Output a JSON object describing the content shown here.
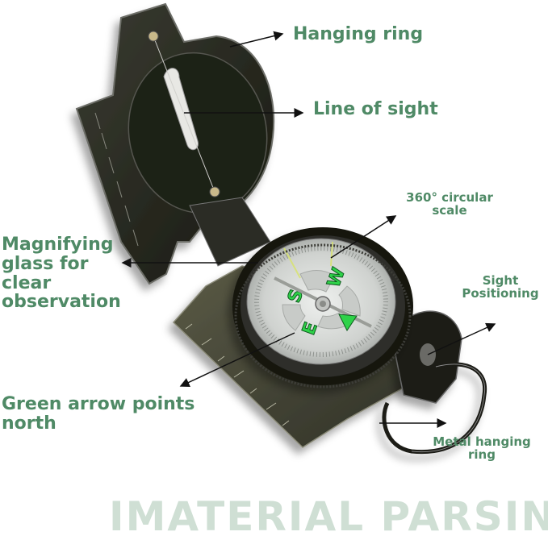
{
  "colors": {
    "label": "#4f8a66",
    "watermark": "#cfdfd4",
    "arrow": "#111111",
    "compass_body": "#2a2c25",
    "compass_olive": "#4a4a38",
    "dial_face": "#d9dcd8",
    "luminous_green": "#2fd24a",
    "background": "#ffffff"
  },
  "labels": {
    "hanging_ring": "Hanging ring",
    "line_of_sight": "Line of sight",
    "circular_scale": [
      "360° circular",
      "scale"
    ],
    "magnifying_glass": [
      "Magnifying",
      "glass for",
      "clear",
      "observation"
    ],
    "sight_positioning": [
      "Sight",
      "Positioning"
    ],
    "green_arrow": [
      "Green arrow points",
      "north"
    ],
    "metal_hanging_ring": [
      "Metal hanging",
      "ring"
    ]
  },
  "dial": {
    "letters": [
      "S",
      "W",
      "E"
    ]
  },
  "watermark": "IMATERIAL PARSING"
}
